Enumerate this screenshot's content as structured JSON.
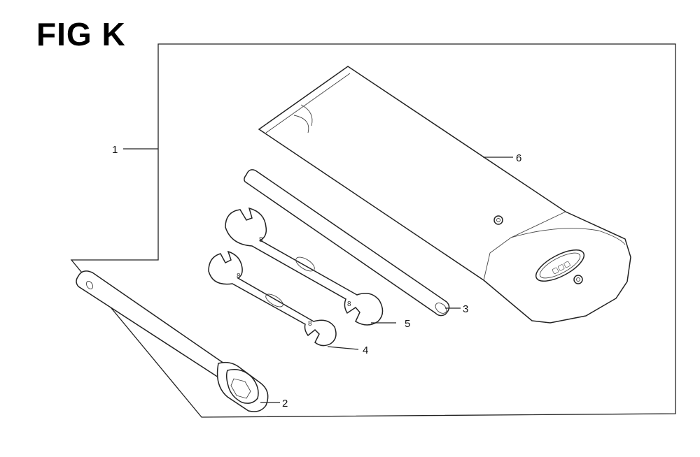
{
  "figure": {
    "title": "FIG K",
    "callouts": [
      {
        "id": "1",
        "label": "1",
        "part": "tool-kit-assembly"
      },
      {
        "id": "2",
        "label": "2",
        "part": "spark-plug-wrench"
      },
      {
        "id": "3",
        "label": "3",
        "part": "wrench-handle-bar"
      },
      {
        "id": "4",
        "label": "4",
        "part": "small-open-end-wrench"
      },
      {
        "id": "5",
        "label": "5",
        "part": "large-open-end-wrench"
      },
      {
        "id": "6",
        "label": "6",
        "part": "tool-bag"
      }
    ],
    "colors": {
      "line": "#222222",
      "background": "#ffffff"
    }
  }
}
